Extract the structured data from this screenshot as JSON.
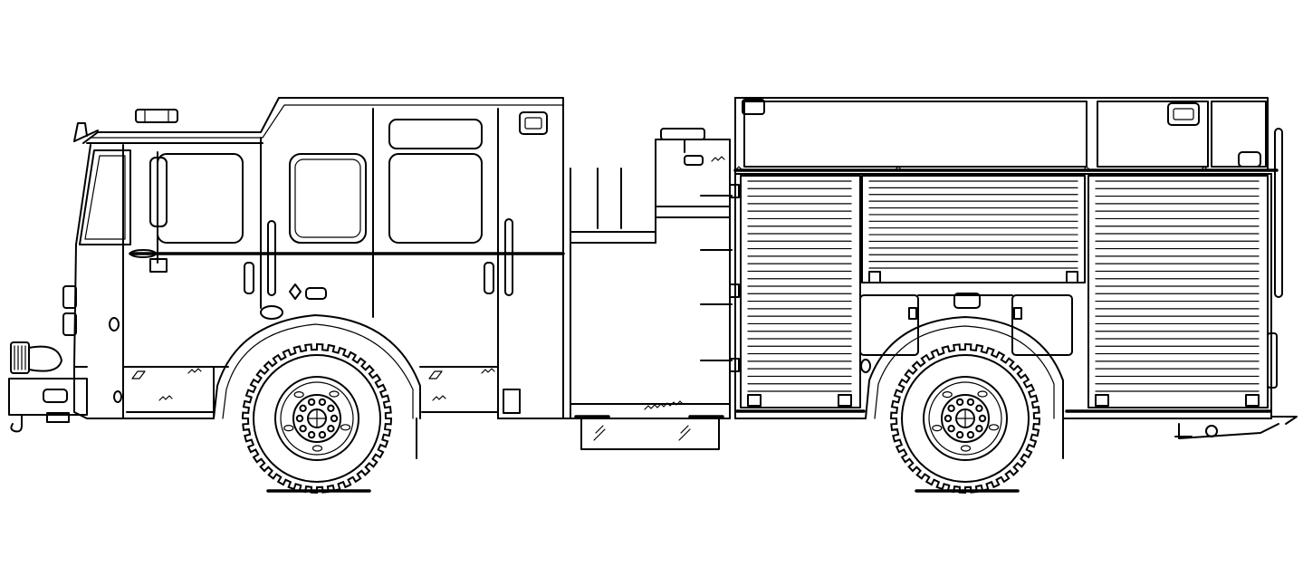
{
  "drawing": {
    "subject": "fire-engine-side-elevation",
    "line_color": "#000000",
    "background_color": "#ffffff"
  },
  "roll_up_doors": {
    "slat_count_large": 28,
    "slat_count_upper": 13
  },
  "wheels": {
    "tread_lug_count": 40,
    "hub_bolt_count": 10
  }
}
